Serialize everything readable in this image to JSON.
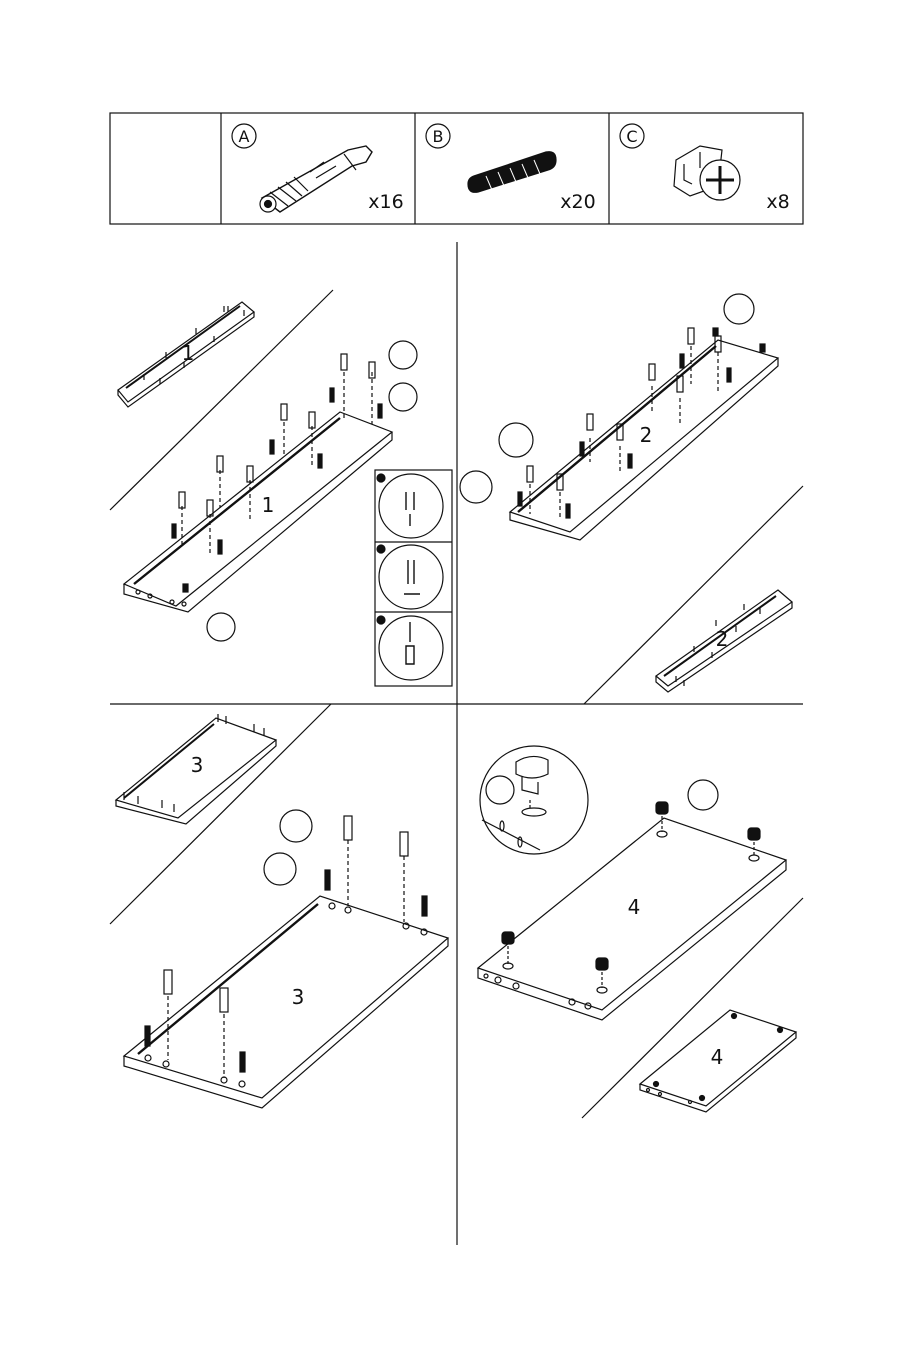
{
  "parts_table": {
    "parts": [
      {
        "letter": "A",
        "qty": "x16",
        "icon": "cam-bolt-icon"
      },
      {
        "letter": "B",
        "qty": "x20",
        "icon": "wood-dowel-icon"
      },
      {
        "letter": "C",
        "qty": "x8",
        "icon": "cam-lock-icon"
      }
    ]
  },
  "steps": {
    "step1": {
      "panel_number": "1"
    },
    "step2": {
      "panel_number": "2"
    },
    "step3": {
      "panel_number": "3"
    },
    "step4": {
      "panel_number": "4"
    }
  },
  "colors": {
    "line": "#111111",
    "background": "#ffffff"
  }
}
